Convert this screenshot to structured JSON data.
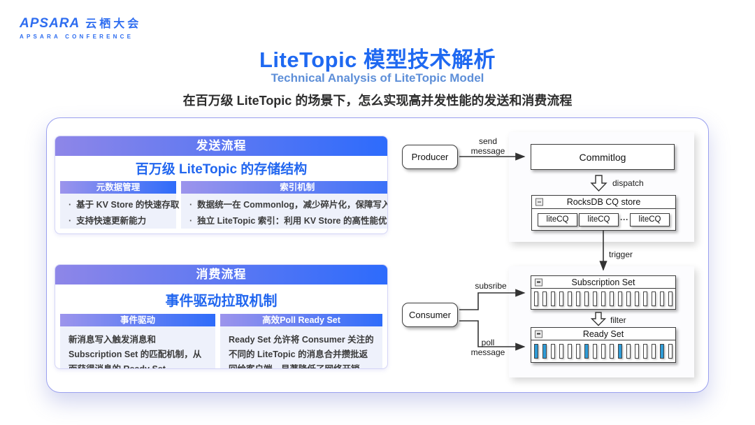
{
  "logo": {
    "brand_en": "APSARA",
    "brand_cn": "云栖大会",
    "sub": "APSARA CONFERENCE"
  },
  "header": {
    "title": "LiteTopic 模型技术解析",
    "subtitle": "Technical Analysis of LiteTopic Model",
    "description": "在百万级 LiteTopic 的场景下，怎么实现高并发性能的发送和消费流程"
  },
  "colors": {
    "title_blue": "#1F69F1",
    "subtitle_blue": "#5E8FD8",
    "gradient_left": "#8E86E8",
    "gradient_right": "#2D6BFC",
    "bar_blue": "#2E9BD6"
  },
  "send_section": {
    "header": "发送流程",
    "title": "百万级 LiteTopic 的存储结构",
    "columns": [
      {
        "header": "元数据管理",
        "bullets": [
          "基于 KV Store 的快速存取",
          "支持快速更新能力"
        ]
      },
      {
        "header": "索引机制",
        "bullets": [
          "数据统一在 Commonlog，减少碎片化，保障写入性能",
          "独立 LiteTopic 索引：利用 KV Store 的高性能优势"
        ]
      }
    ]
  },
  "consume_section": {
    "header": "消费流程",
    "title": "事件驱动拉取机制",
    "columns": [
      {
        "header": "事件驱动",
        "text": "新消息写入触发消息和 Subscription Set 的匹配机制，从而获得消息的 Ready Set。"
      },
      {
        "header": "高效Poll Ready Set",
        "text": "Ready Set 允许将 Consumer 关注的不同的 LiteTopic 的消息合并攒批返回给客户端，显著降低了网络开销。"
      }
    ]
  },
  "diagram": {
    "producer": "Producer",
    "consumer": "Consumer",
    "commitlog": "Commitlog",
    "rocksdb_title": "RocksDB CQ store",
    "litecq": [
      "liteCQ",
      "liteCQ",
      "liteCQ"
    ],
    "ellipsis": "···",
    "subscription_title": "Subscription Set",
    "ready_title": "Ready Set",
    "labels": {
      "send_l1": "send",
      "send_l2": "message",
      "dispatch": "dispatch",
      "trigger": "trigger",
      "subsribe": "subsribe",
      "poll_l1": "poll",
      "poll_l2": "message",
      "filter": "filter"
    },
    "subscription_bars": {
      "count": 17,
      "highlighted": []
    },
    "ready_bars": {
      "count": 17,
      "highlighted": [
        0,
        1,
        6,
        10,
        15
      ]
    },
    "bar_color": "#2E9BD6"
  }
}
